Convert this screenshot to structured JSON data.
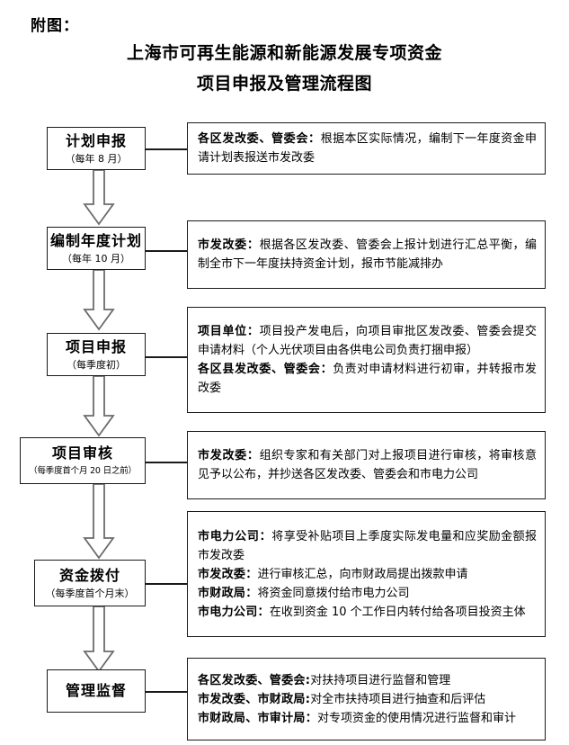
{
  "document": {
    "attachment_label": "附图：",
    "title_lines": [
      "上海市可再生能源和新能源发展专项资金",
      "项目申报及管理流程图"
    ]
  },
  "flow": {
    "steps": [
      {
        "id": "plan-declaration",
        "name": "计划申报",
        "schedule": "（每年 8 月）",
        "paragraphs": [
          {
            "actor": "各区发改委、管委会：",
            "text": "根据本区实际情况，编制下一年度资金申请计划表报送市发改委"
          }
        ]
      },
      {
        "id": "annual-plan",
        "name": "编制年度计划",
        "schedule": "（每年 10 月）",
        "paragraphs": [
          {
            "actor": "市发改委：",
            "text": "根据各区发改委、管委会上报计划进行汇总平衡，编制全市下一年度扶持资金计划，报市节能减排办"
          }
        ]
      },
      {
        "id": "project-declaration",
        "name": "项目申报",
        "schedule": "（每季度初）",
        "paragraphs": [
          {
            "actor": "项目单位：",
            "text": "项目投产发电后，向项目审批区发改委、管委会提交申请材料（个人光伏项目由各供电公司负责打捆申报）"
          },
          {
            "actor": "各区县发改委、管委会：",
            "text": "负责对申请材料进行初审，并转报市发改委"
          }
        ]
      },
      {
        "id": "project-review",
        "name": "项目审核",
        "schedule": "（每季度首个月 20 日之前）",
        "paragraphs": [
          {
            "actor": "市发改委：",
            "text": "组织专家和有关部门对上报项目进行审核，将审核意见予以公布，并抄送各区发改委、管委会和市电力公司"
          }
        ]
      },
      {
        "id": "fund-disbursement",
        "name": "资金拨付",
        "schedule": "（每季度首个月末）",
        "paragraphs": [
          {
            "actor": "市电力公司：",
            "text": "将享受补贴项目上季度实际发电量和应奖励金额报市发改委"
          },
          {
            "actor": "市发改委：",
            "text": "进行审核汇总，向市财政局提出拨款申请"
          },
          {
            "actor": "市财政局：",
            "text": "将资金同意拨付给市电力公司"
          },
          {
            "actor": "市电力公司：",
            "text": "在收到资金 10 个工作日内转付给各项目投资主体"
          }
        ]
      },
      {
        "id": "management-supervision",
        "name": "管理监督",
        "schedule": "",
        "paragraphs": [
          {
            "actor": "各区发改委、管委会:",
            "text": "对扶持项目进行监督和管理"
          },
          {
            "actor": "市发改委、市财政局:",
            "text": "对全市扶持项目进行抽查和后评估"
          },
          {
            "actor": "市财政局、市审计局：",
            "text": "对专项资金的使用情况进行监督和审计"
          }
        ]
      }
    ],
    "connector_icon": "down-block-arrow-icon",
    "line_color": "#1a1a1a"
  }
}
